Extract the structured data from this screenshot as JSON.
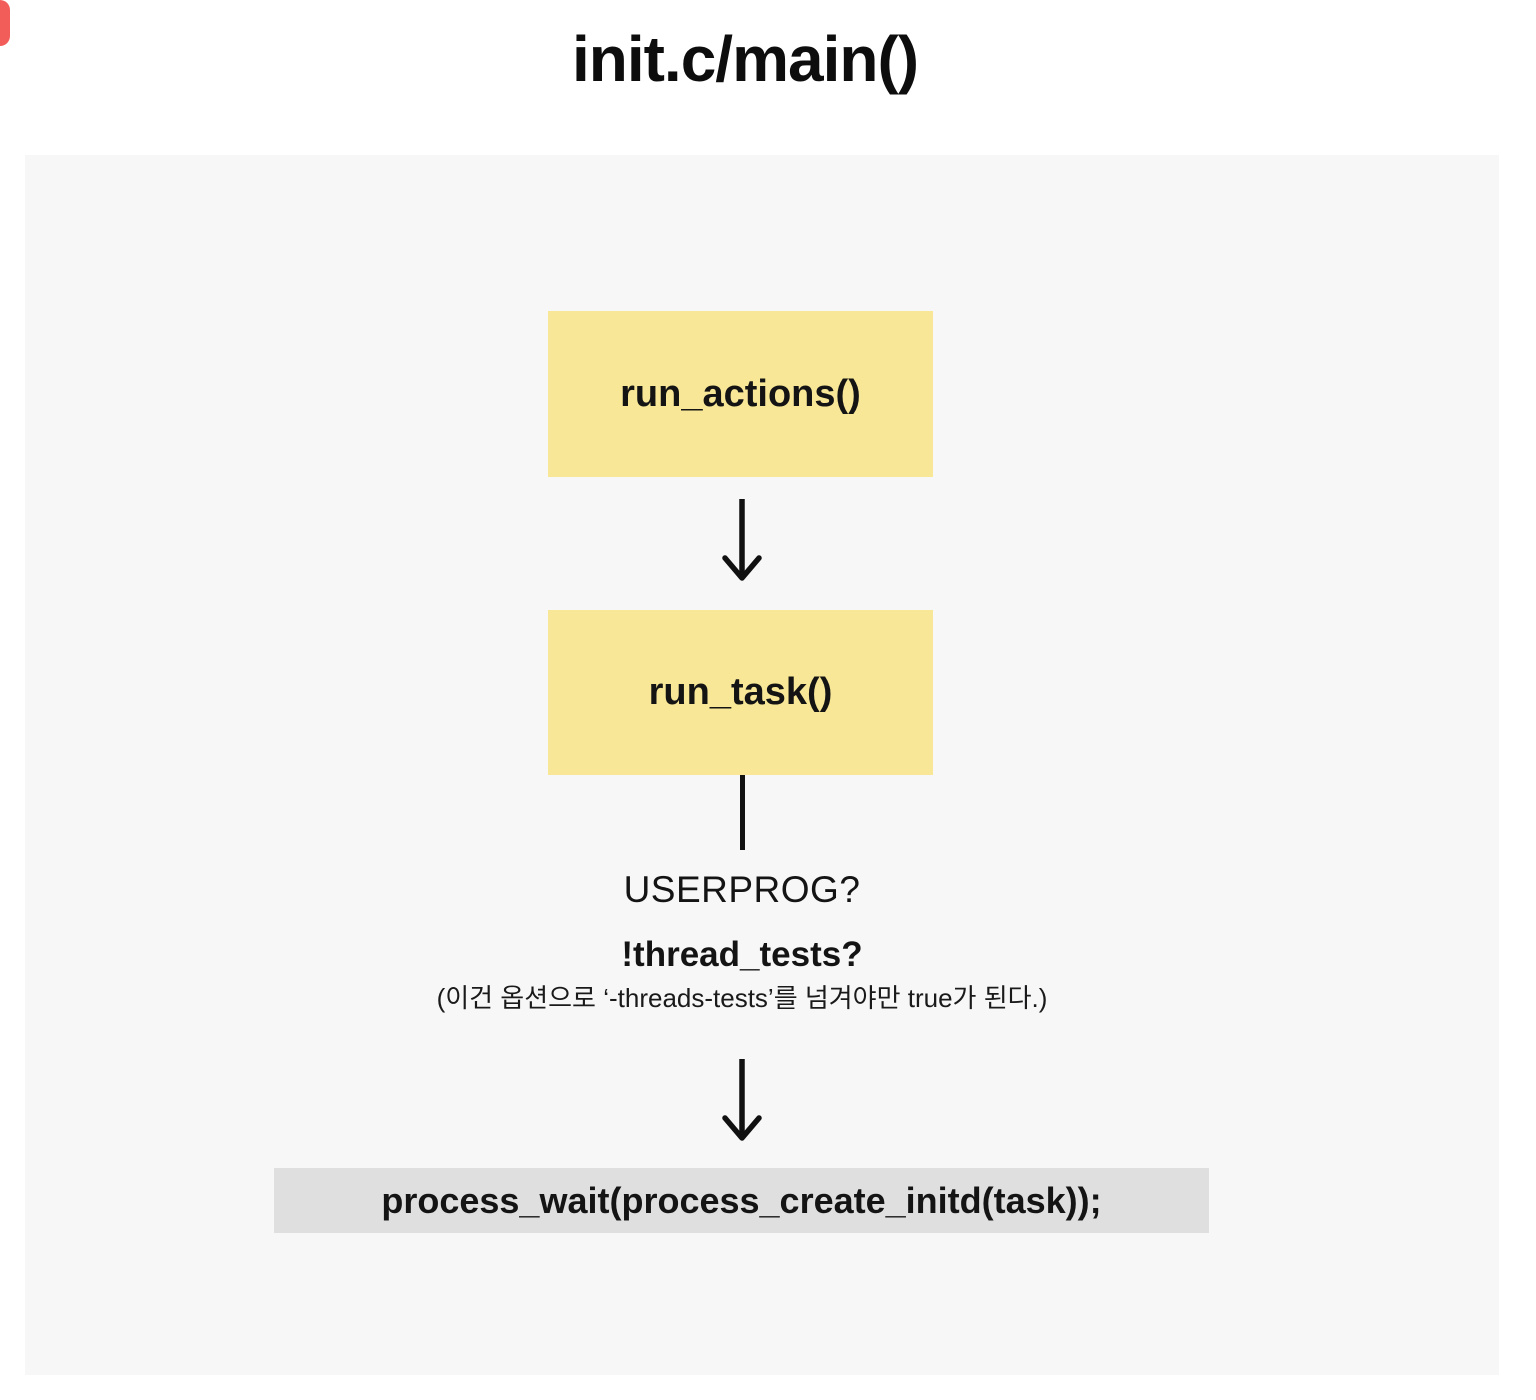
{
  "title": "init.c/main()",
  "diagram": {
    "nodes": [
      {
        "label": "run_actions()"
      },
      {
        "label": "run_task()"
      }
    ],
    "conditions": {
      "userprog": "USERPROG?",
      "thread_tests": "!thread_tests?",
      "note": "(이건 옵션으로 ‘-threads-tests’를 넘겨야만 true가 된다.)"
    },
    "result": "process_wait(process_create_initd(task));"
  },
  "icons": {
    "arrow_down": "down-arrow"
  },
  "colors": {
    "node_fill": "#f8e796",
    "result_fill": "#dfdfdf",
    "panel_bg": "#f7f7f8",
    "accent_red": "#f0413c",
    "text": "#111111",
    "background": "#ffffff"
  }
}
